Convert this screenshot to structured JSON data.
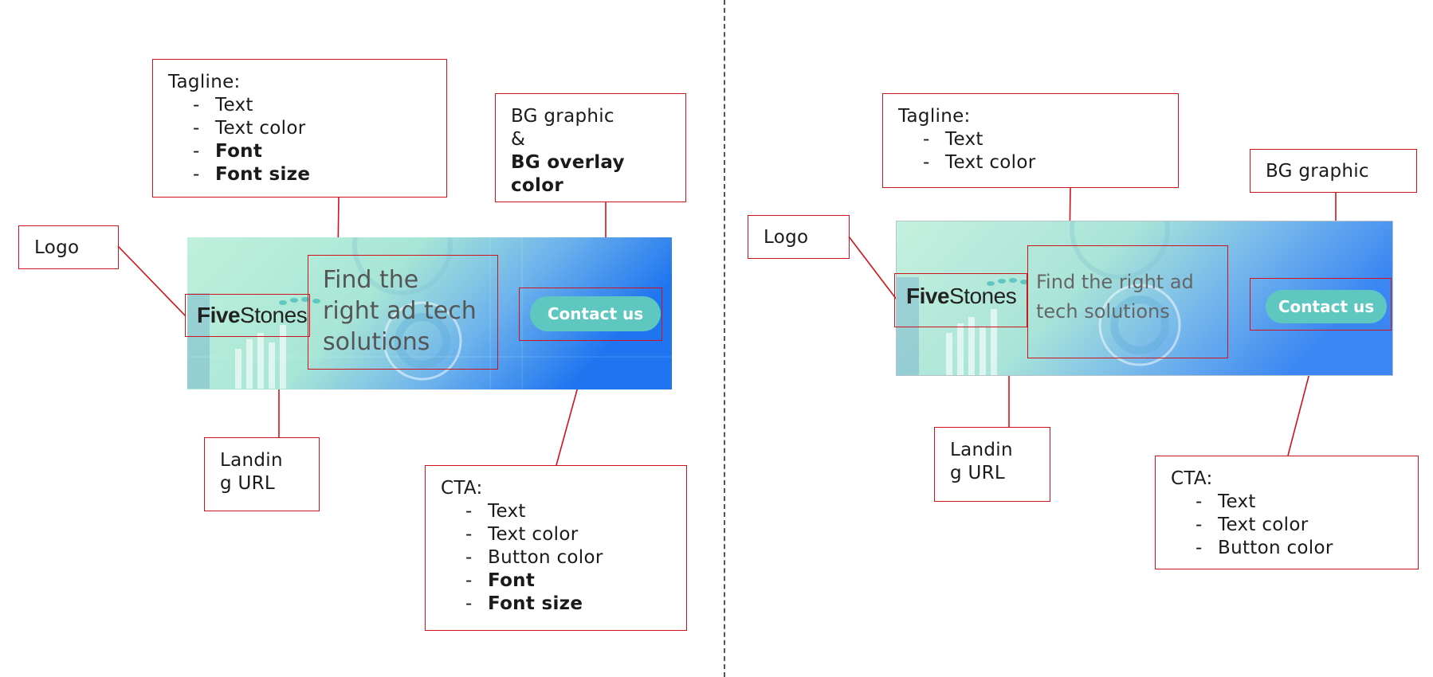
{
  "colors": {
    "annotation": "#d0121b",
    "cta_button": "#5ec8c0",
    "banner_start": "#bff0dc",
    "banner_end": "#1f74f0",
    "tagline_text": "#555555"
  },
  "left": {
    "tagline_box": {
      "title": "Tagline:",
      "items": [
        "Text",
        "Text color",
        "Font",
        "Font size"
      ]
    },
    "bg_box": {
      "line1": "BG graphic",
      "line2": "&",
      "line3": "BG overlay",
      "line4": "color"
    },
    "logo_box": {
      "label": "Logo"
    },
    "landing_box": {
      "line1": "Landin",
      "line2": "g URL"
    },
    "cta_box": {
      "title": "CTA:",
      "items": [
        "Text",
        "Text color",
        "Button color",
        "Font",
        "Font size"
      ]
    },
    "banner": {
      "logo_bold": "Five",
      "logo_rest": "Stones",
      "tagline_line1": "Find the",
      "tagline_line2": "right ad tech",
      "tagline_line3": "solutions",
      "cta": "Contact us"
    }
  },
  "right": {
    "tagline_box": {
      "title": "Tagline:",
      "items": [
        "Text",
        "Text color"
      ]
    },
    "bg_box": {
      "label": "BG graphic"
    },
    "logo_box": {
      "label": "Logo"
    },
    "landing_box": {
      "line1": "Landin",
      "line2": "g URL"
    },
    "cta_box": {
      "title": "CTA:",
      "items": [
        "Text",
        "Text color",
        "Button color"
      ]
    },
    "banner": {
      "logo_bold": "Five",
      "logo_rest": "Stones",
      "tagline_line1": "Find the right ad",
      "tagline_line2": "tech solutions",
      "cta": "Contact us"
    }
  },
  "list_dash": "-"
}
